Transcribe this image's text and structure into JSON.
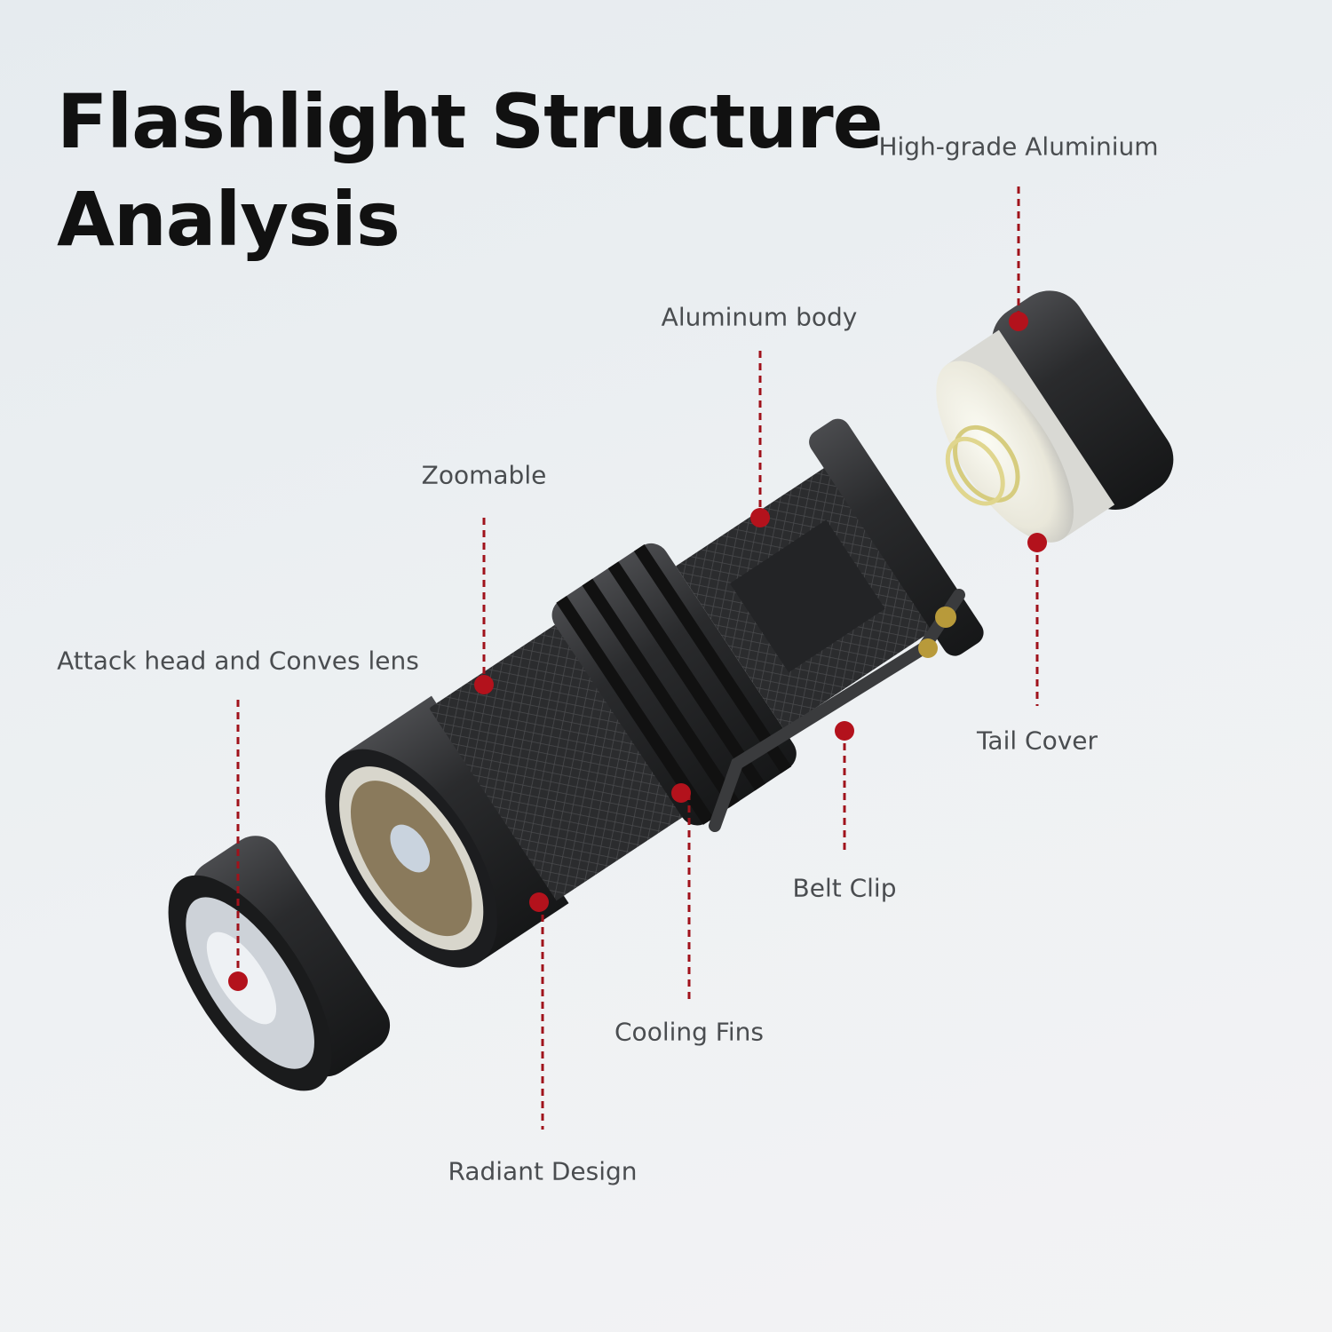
{
  "title": {
    "line1": "Flashlight Structure",
    "line2": "Analysis"
  },
  "accent_color": "#b3121c",
  "callouts": [
    {
      "id": "high-grade-aluminium",
      "label": "High-grade Aluminium"
    },
    {
      "id": "aluminum-body",
      "label": "Aluminum body"
    },
    {
      "id": "zoomable",
      "label": "Zoomable"
    },
    {
      "id": "attack-head",
      "label": "Attack head and Conves lens"
    },
    {
      "id": "tail-cover",
      "label": "Tail Cover"
    },
    {
      "id": "belt-clip",
      "label": "Belt Clip"
    },
    {
      "id": "cooling-fins",
      "label": "Cooling Fins"
    },
    {
      "id": "radiant-design",
      "label": "Radiant Design"
    }
  ]
}
